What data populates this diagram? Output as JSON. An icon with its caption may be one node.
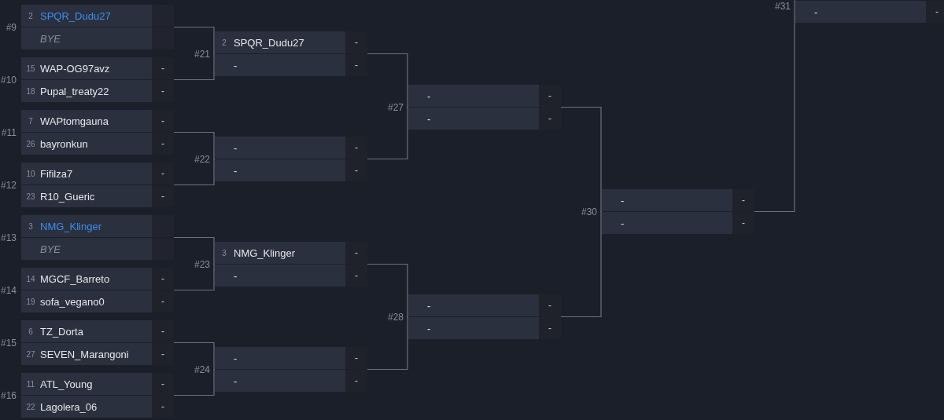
{
  "diagram": {
    "nodes": [
      {
        "text": [
          "#9"
        ]
      },
      {
        "text": [
          "2",
          "SPQR_Dudu27"
        ],
        "in": 0
      },
      {
        "text": [],
        "shape": "box",
        "in": 0
      },
      {
        "text": [
          "BYE"
        ],
        "in": 0
      },
      {
        "text": [],
        "shape": "box",
        "in": 0
      },
      {
        "text": [
          "#10"
        ]
      },
      {
        "text": [
          "15",
          "WAP-OG97avz"
        ],
        "in": 5
      },
      {
        "text": [
          "-"
        ],
        "in": 5
      },
      {
        "text": [
          "18",
          "Pupal_treaty22"
        ],
        "in": 5
      },
      {
        "text": [
          "-"
        ],
        "in": 5
      },
      {
        "text": [
          "#11"
        ]
      },
      {
        "text": [
          "7",
          "WAPtomgauna"
        ],
        "in": 10
      },
      {
        "text": [
          "-"
        ],
        "in": 10
      },
      {
        "text": [
          "26",
          "bayronkun"
        ],
        "in": 10
      },
      {
        "text": [
          "-"
        ],
        "in": 10
      },
      {
        "text": [
          "#12"
        ]
      },
      {
        "text": [
          "10",
          "Fifilza7"
        ],
        "in": 15
      },
      {
        "text": [
          "-"
        ],
        "in": 15
      },
      {
        "text": [
          "23",
          "R10_Gueric"
        ],
        "in": 15
      },
      {
        "text": [
          "-"
        ],
        "in": 15
      },
      {
        "text": [
          "#13"
        ]
      },
      {
        "text": [
          "3",
          "NMG_Klinger"
        ],
        "in": 20
      },
      {
        "text": [],
        "shape": "box",
        "in": 20
      },
      {
        "text": [
          "BYE"
        ],
        "in": 20
      },
      {
        "text": [],
        "shape": "box",
        "in": 20
      },
      {
        "text": [
          "#14"
        ]
      },
      {
        "text": [
          "14",
          "MGCF_Barreto"
        ],
        "in": 25
      },
      {
        "text": [
          "-"
        ],
        "in": 25
      },
      {
        "text": [
          "19",
          "sofa_vegano0"
        ],
        "in": 25
      },
      {
        "text": [
          "-"
        ],
        "in": 25
      },
      {
        "text": [
          "#15"
        ]
      },
      {
        "text": [
          "6",
          "TZ_Dorta"
        ],
        "in": 30
      },
      {
        "text": [
          "-"
        ],
        "in": 30
      },
      {
        "text": [
          "27",
          "SEVEN_Marangoni"
        ],
        "in": 30
      },
      {
        "text": [
          "-"
        ],
        "in": 30
      },
      {
        "text": [
          "#16"
        ]
      },
      {
        "text": [
          "11",
          "ATL_Young"
        ],
        "in": 35
      },
      {
        "text": [
          "-"
        ],
        "in": 35
      },
      {
        "text": [
          "22",
          "Lagolera_06"
        ],
        "in": 35
      },
      {
        "text": [
          "-"
        ],
        "in": 35
      },
      {
        "text": [
          "#21"
        ]
      },
      {
        "text": [
          "2",
          "SPQR_Dudu27"
        ],
        "in": 40
      },
      {
        "text": [
          "-"
        ],
        "in": 40
      },
      {
        "text": [
          "-"
        ],
        "in": 40
      },
      {
        "text": [
          "-"
        ],
        "in": 40
      },
      {
        "text": [
          "#22"
        ]
      },
      {
        "text": [
          "-"
        ],
        "in": 45
      },
      {
        "text": [
          "-"
        ],
        "in": 45
      },
      {
        "text": [
          "-"
        ],
        "in": 45
      },
      {
        "text": [
          "-"
        ],
        "in": 45
      },
      {
        "text": [
          "#23"
        ]
      },
      {
        "text": [
          "3",
          "NMG_Klinger"
        ],
        "in": 50
      },
      {
        "text": [
          "-"
        ],
        "in": 50
      },
      {
        "text": [
          "-"
        ],
        "in": 50
      },
      {
        "text": [
          "-"
        ],
        "in": 50
      },
      {
        "text": [
          "#24"
        ]
      },
      {
        "text": [
          "-"
        ],
        "in": 55
      },
      {
        "text": [
          "-"
        ],
        "in": 55
      },
      {
        "text": [
          "-"
        ],
        "in": 55
      },
      {
        "text": [
          "-"
        ],
        "in": 55
      },
      {
        "text": [
          "#27"
        ]
      },
      {
        "text": [
          "-"
        ],
        "in": 60
      },
      {
        "text": [
          "-"
        ],
        "in": 60
      },
      {
        "text": [
          "-"
        ],
        "in": 60
      },
      {
        "text": [
          "-"
        ],
        "in": 60
      },
      {
        "text": [
          "#28"
        ]
      },
      {
        "text": [
          "-"
        ],
        "in": 65
      },
      {
        "text": [
          "-"
        ],
        "in": 65
      },
      {
        "text": [
          "-"
        ],
        "in": 65
      },
      {
        "text": [
          "-"
        ],
        "in": 65
      },
      {
        "text": [
          "#30"
        ]
      },
      {
        "text": [
          "-"
        ],
        "in": 70
      },
      {
        "text": [
          "-"
        ],
        "in": 70
      },
      {
        "text": [
          "-"
        ],
        "in": 70
      },
      {
        "text": [
          "-"
        ],
        "in": 70
      },
      {
        "text": [
          "#31"
        ]
      },
      {
        "text": [
          "-"
        ],
        "in": 75
      },
      {
        "text": [
          "-"
        ],
        "in": 75
      }
    ],
    "edges": [
      {
        "from": 0,
        "to": 40,
        "arrow": "none"
      },
      {
        "from": 5,
        "to": 40,
        "arrow": "none"
      },
      {
        "from": 10,
        "to": 45,
        "arrow": "none"
      },
      {
        "from": 15,
        "to": 45,
        "arrow": "none"
      },
      {
        "from": 20,
        "to": 50,
        "arrow": "none"
      },
      {
        "from": 25,
        "to": 50,
        "arrow": "none"
      },
      {
        "from": 30,
        "to": 55,
        "arrow": "none"
      },
      {
        "from": 35,
        "to": 55,
        "arrow": "none"
      },
      {
        "from": 40,
        "to": 60,
        "arrow": "none"
      },
      {
        "from": 45,
        "to": 60,
        "arrow": "none"
      },
      {
        "from": 50,
        "to": 65,
        "arrow": "none"
      },
      {
        "from": 55,
        "to": 65,
        "arrow": "none"
      },
      {
        "from": 60,
        "to": 70,
        "arrow": "none"
      },
      {
        "from": 65,
        "to": 70,
        "arrow": "none"
      },
      {
        "from": 70,
        "to": 75,
        "arrow": "none"
      }
    ]
  }
}
